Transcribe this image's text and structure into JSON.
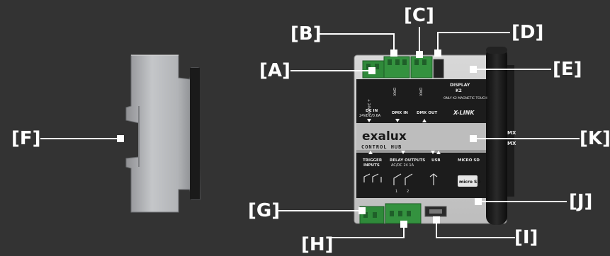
{
  "colors": {
    "background": "#333333",
    "callout_line": "#ffffff",
    "terminal_green": "#2f8a3a",
    "device_body": "#cfcfcf",
    "front_panel": "#1c1c1c",
    "antenna": "#1a1a1a"
  },
  "labels": {
    "A": "[A]",
    "B": "[B]",
    "C": "[C]",
    "D": "[D]",
    "E": "[E]",
    "F": "[F]",
    "G": "[G]",
    "H": "[H]",
    "I": "[I]",
    "J": "[J]",
    "K": "[K]"
  },
  "device": {
    "brand": "exalux",
    "model": "CONTROL HUB",
    "top_panel": {
      "terminal_1": "+ 24VDC",
      "terminal_2": "DMX",
      "terminal_3": "DMX",
      "display_title": "DISPLAY",
      "display_sub": "K2",
      "only_note": "ONLY K2 MAGNETIC TOUCH",
      "dc_in_title": "DC IN",
      "dc_in_spec": "24VDC/0.6A",
      "dmx_in": "DMX IN",
      "dmx_out": "DMX OUT",
      "xlink_logo": "X-LINK"
    },
    "bottom_panel": {
      "trigger_title": "TRIGGER",
      "trigger_sub": "INPUTS",
      "relay_title": "RELAY OUTPUTS",
      "relay_spec": "AC/DC 24 1A",
      "usb": "USB",
      "microsd": "MICRO SD",
      "microsd_logo": "micro SD",
      "relay_1": "1",
      "relay_2": "2"
    },
    "side_labels": {
      "mx": "MX",
      "mx2": "MX"
    }
  }
}
